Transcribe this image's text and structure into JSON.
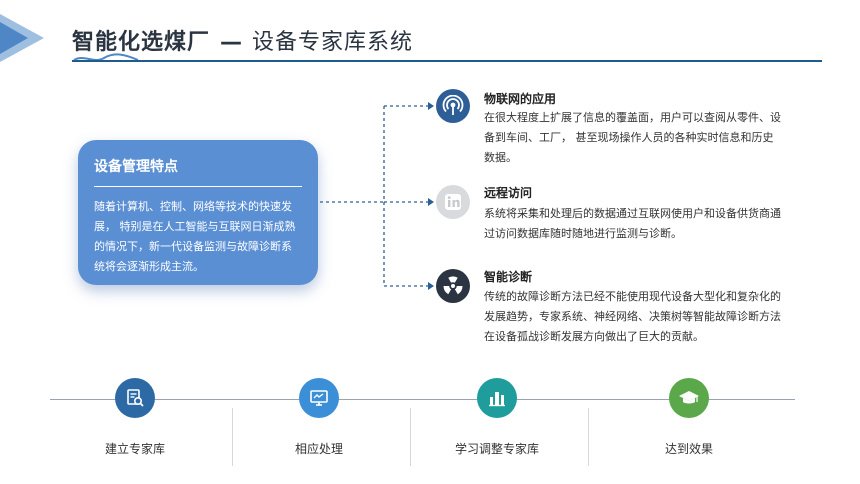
{
  "header": {
    "title_main": "智能化选煤厂",
    "title_dash": "—",
    "title_sub": "设备专家库系统"
  },
  "feature": {
    "title": "设备管理特点",
    "text": "随着计算机、控制、网络等技术的快速发展， 特别是在人工智能与互联网日渐成熟的情况下，新一代设备监测与故障诊断系统将会逐渐形成主流。"
  },
  "nodes": [
    {
      "title": "物联网的应用",
      "text": "在很大程度上扩展了信息的覆盖面，用户可以查阅从零件、设备到车间、工厂， 甚至现场操作人员的各种实时信息和历史数据。",
      "icon": "signal-icon",
      "color": "#2d5f96"
    },
    {
      "title": "远程访问",
      "text": "系统将采集和处理后的数据通过互联网使用户和设备供货商通过访问数据库随时随地进行监测与诊断。",
      "icon": "linkedin-icon",
      "color": "#d8dadd"
    },
    {
      "title": "智能诊断",
      "text": "传统的故障诊断方法已经不能使用现代设备大型化和复杂化的发展趋势，专家系统、神经网络、决策树等智能故障诊断方法在设备孤战诊断发展方向做出了巨大的贡献。",
      "icon": "radiation-icon",
      "color": "#2b3441"
    }
  ],
  "steps": [
    {
      "label": "建立专家库",
      "icon": "document-search-icon",
      "color": "#2d6aa5"
    },
    {
      "label": "相应处理",
      "icon": "monitor-icon",
      "color": "#3b8fd6"
    },
    {
      "label": "学习调整专家库",
      "icon": "building-chart-icon",
      "color": "#1f9c9c"
    },
    {
      "label": "达到效果",
      "icon": "graduation-cap-icon",
      "color": "#5aa84a"
    }
  ]
}
